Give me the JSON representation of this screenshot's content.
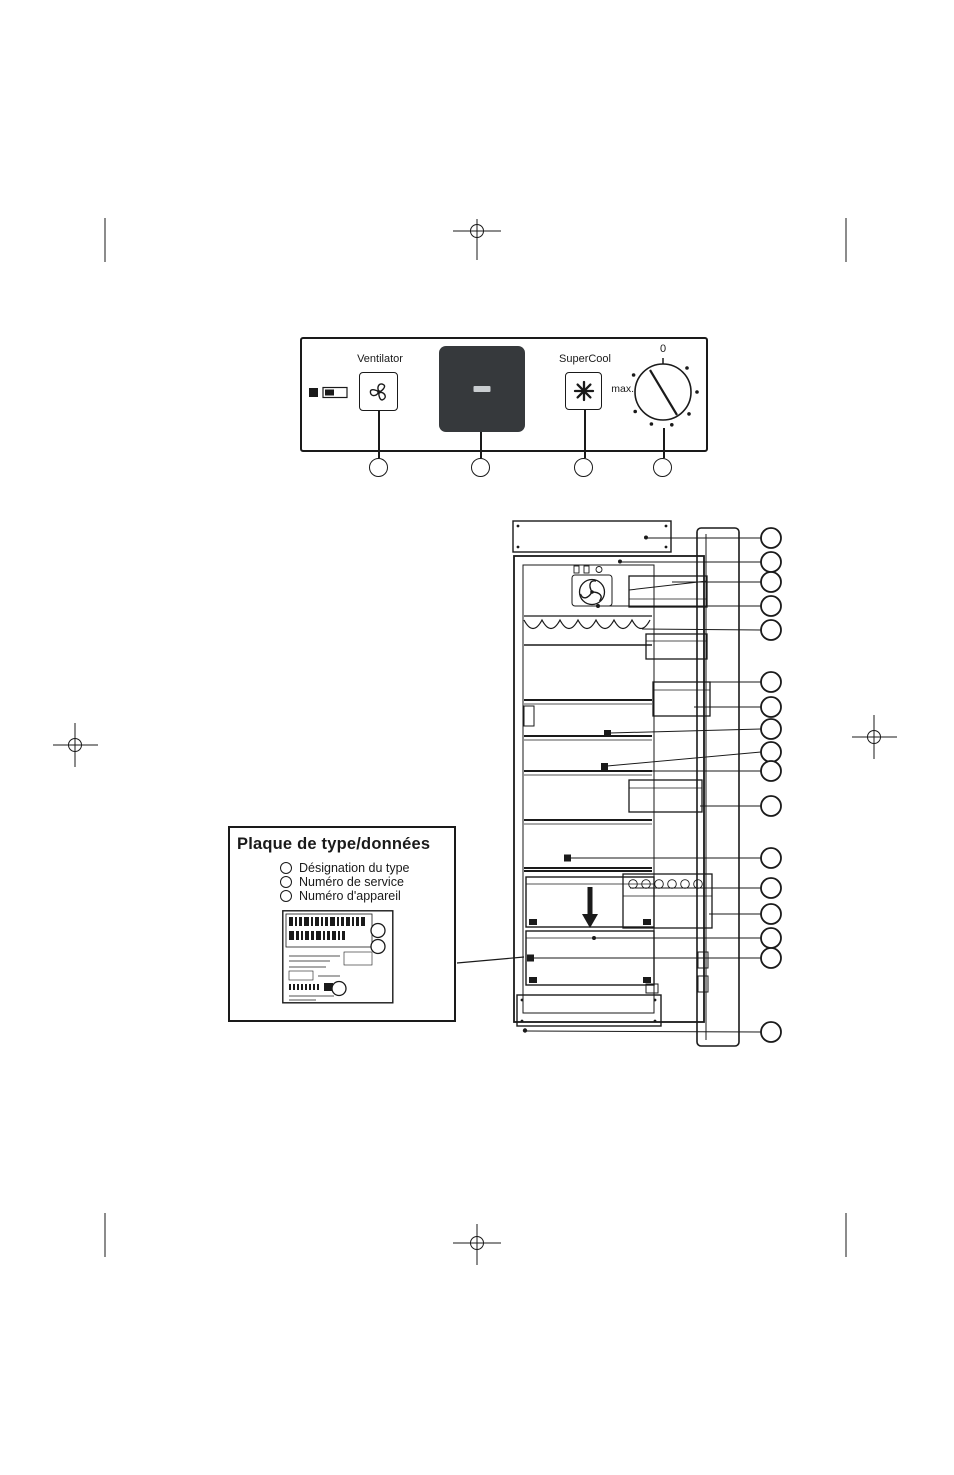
{
  "control_panel": {
    "ventilator_label": "Ventilator",
    "supercool_label": "SuperCool",
    "dial": {
      "zero_label": "0",
      "max_label": "max."
    },
    "callout_count": 4
  },
  "type_plate": {
    "title": "Plaque de type/données",
    "items": [
      "Désignation du type",
      "Numéro de service",
      "Numéro d'appareil"
    ],
    "callout_count": 3
  },
  "fridge_diagram": {
    "callout_count": 17
  },
  "icons": {
    "fan": "fan-icon",
    "snowflake": "snowflake-icon",
    "indicator_lamp": "power-indicator-icon",
    "temperature_dial": "temperature-dial",
    "down_arrow": "down-arrow-icon"
  },
  "colors": {
    "ink": "#1a1a1a",
    "paper": "#ffffff",
    "display_background": "#36393c",
    "display_dash": "#c9cdd0"
  }
}
